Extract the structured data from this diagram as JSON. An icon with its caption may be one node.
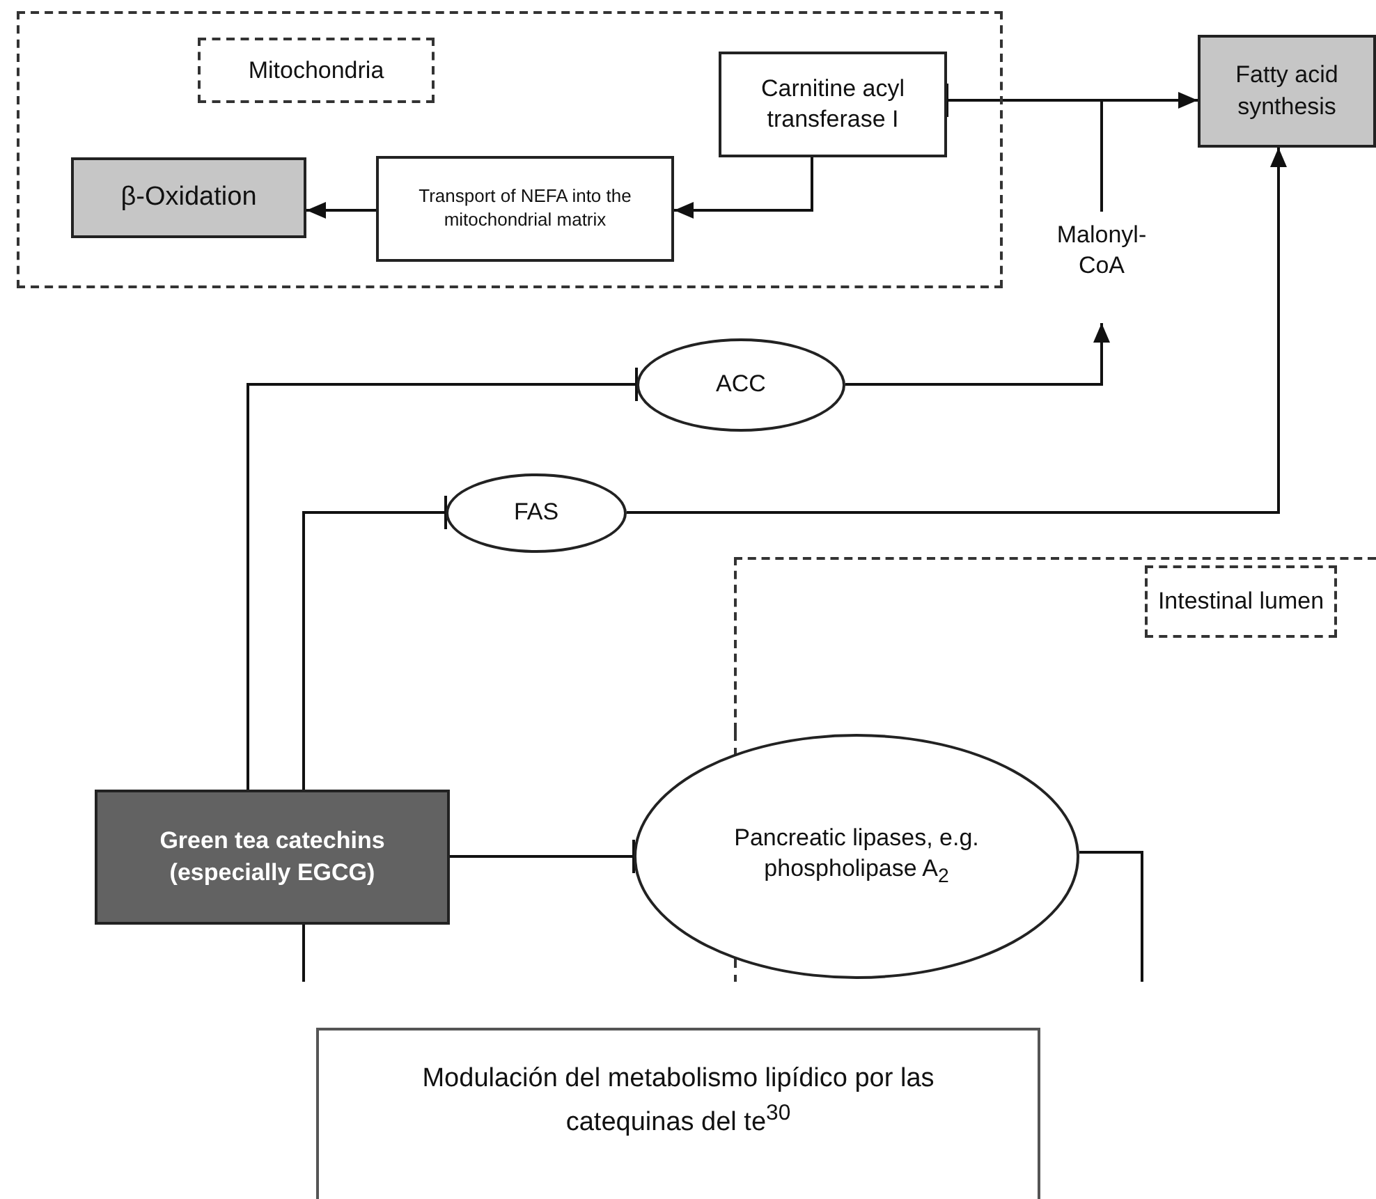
{
  "diagram": {
    "caption": "Modulación del metabolismo lipídico por las catequinas del te$^{30}$",
    "nodes": [
      {
        "text": [
          "Mitochondria"
        ]
      },
      {
        "text": [
          "β-Oxidation"
        ],
        "in": 0
      },
      {
        "text": [
          "Transport of NEFA into the mitochondrial matrix"
        ],
        "in": 0
      },
      {
        "text": [
          "Carnitine acyl transferase I"
        ],
        "in": 0
      },
      {
        "text": [
          "Fatty acid synthesis"
        ]
      },
      {
        "text": [
          "Malonyl-CoA"
        ]
      },
      {
        "text": [
          "ACC"
        ]
      },
      {
        "text": [
          "FAS"
        ]
      },
      {
        "text": [
          "Intestinal lumen"
        ]
      },
      {
        "text": [
          "Pancreatic lipases, e.g. phospholipase A$_{2}$"
        ]
      },
      {
        "text": [
          "Green tea catechins (especially EGCG)"
        ]
      }
    ],
    "edges": [
      {
        "from": 2,
        "to": 1,
        "arrow": "to"
      },
      {
        "from": 3,
        "to": 2,
        "arrow": "to"
      },
      {
        "from": 5,
        "to": 4,
        "arrow": "to"
      },
      {
        "from": 5,
        "to": 3,
        "arrow": "other"
      },
      {
        "from": 6,
        "to": 5,
        "arrow": "to"
      },
      {
        "from": 7,
        "to": 4,
        "arrow": "to"
      },
      {
        "from": 10,
        "to": 6,
        "arrow": "other"
      },
      {
        "from": 10,
        "to": 7,
        "arrow": "other"
      },
      {
        "from": 10,
        "to": 9,
        "arrow": "other"
      },
      {
        "from": 10,
        "to": null,
        "arrow": "none"
      },
      {
        "from": 9,
        "to": null,
        "arrow": "none"
      }
    ]
  }
}
